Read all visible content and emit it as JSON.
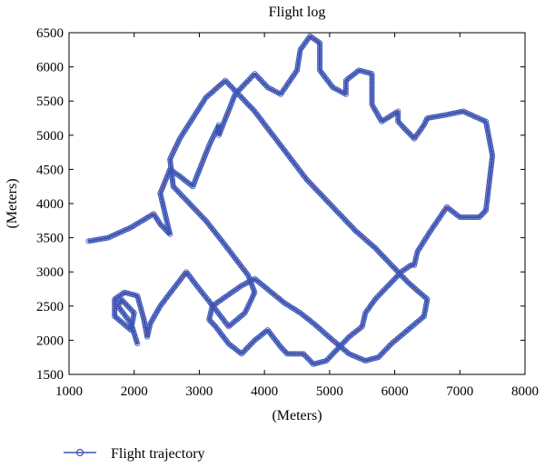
{
  "chart_data": {
    "type": "scatter",
    "title": "Flight log",
    "xlabel": "(Meters)",
    "ylabel": "(Meters)",
    "xlim": [
      1000,
      8000
    ],
    "ylim": [
      1500,
      6500
    ],
    "xticks": [
      1000,
      2000,
      3000,
      4000,
      5000,
      6000,
      7000,
      8000
    ],
    "yticks": [
      1500,
      2000,
      2500,
      3000,
      3500,
      4000,
      4500,
      5000,
      5500,
      6000,
      6500
    ],
    "grid": false,
    "legend_position": "bottom-left",
    "series": [
      {
        "name": "Flight trajectory",
        "marker": "circle",
        "color": "#3c55b4",
        "highlight_color": "#e03030",
        "x": [
          1300,
          1600,
          1950,
          2300,
          2400,
          2550,
          2400,
          2550,
          2700,
          2900,
          3150,
          3300,
          3300,
          3550,
          3850,
          4050,
          4250,
          4500,
          4550,
          4700,
          4850,
          4850,
          5050,
          5250,
          5250,
          5450,
          5650,
          5650,
          5800,
          6050,
          6050,
          6300,
          6450,
          6500,
          6800,
          7050,
          7400,
          7500,
          7450,
          7400,
          7300,
          7000,
          6800,
          6550,
          6350,
          6300,
          6250,
          6100,
          5900,
          5700,
          5550,
          5500,
          5300,
          5100,
          4950,
          4750,
          4600,
          4350,
          4250,
          4050,
          3850,
          3650,
          3450,
          3250,
          3150,
          3200,
          3350,
          3650,
          3850,
          4300,
          4550,
          4750,
          5050,
          5300,
          5550,
          5750,
          5950,
          6200,
          6450,
          6500,
          6200,
          5950,
          5700,
          5400,
          5150,
          4900,
          4650,
          4450,
          4250,
          4050,
          3850,
          3600,
          3400,
          3100,
          2900,
          2700,
          2550,
          2600,
          2850,
          3100,
          3350,
          3550,
          3750,
          3850,
          3700,
          3450,
          3250,
          3000,
          2800,
          2600,
          2400,
          2250,
          2200,
          2150,
          2050,
          1850,
          1700,
          1700,
          1950,
          2000,
          1800,
          1750,
          1950,
          2050
        ],
        "y": [
          3450,
          3500,
          3650,
          3850,
          3700,
          3550,
          4150,
          4500,
          4400,
          4250,
          4850,
          5150,
          5000,
          5600,
          5900,
          5700,
          5600,
          5950,
          6250,
          6450,
          6350,
          5950,
          5700,
          5600,
          5800,
          5950,
          5900,
          5450,
          5200,
          5350,
          5200,
          4950,
          5150,
          5250,
          5300,
          5350,
          5200,
          4700,
          4300,
          3900,
          3800,
          3800,
          3950,
          3600,
          3300,
          3100,
          3100,
          3000,
          2800,
          2600,
          2400,
          2200,
          2050,
          1850,
          1700,
          1650,
          1800,
          1800,
          1900,
          2150,
          2000,
          1800,
          1950,
          2200,
          2300,
          2500,
          2600,
          2800,
          2900,
          2550,
          2400,
          2250,
          2000,
          1800,
          1700,
          1750,
          1950,
          2150,
          2350,
          2600,
          2850,
          3100,
          3350,
          3600,
          3850,
          4100,
          4350,
          4600,
          4850,
          5100,
          5350,
          5600,
          5800,
          5550,
          5250,
          4950,
          4650,
          4250,
          4000,
          3750,
          3450,
          3200,
          2950,
          2700,
          2400,
          2200,
          2450,
          2750,
          3000,
          2750,
          2500,
          2250,
          2050,
          2300,
          2650,
          2700,
          2600,
          2350,
          2150,
          2400,
          2600,
          2500,
          2250,
          1950
        ]
      }
    ]
  }
}
